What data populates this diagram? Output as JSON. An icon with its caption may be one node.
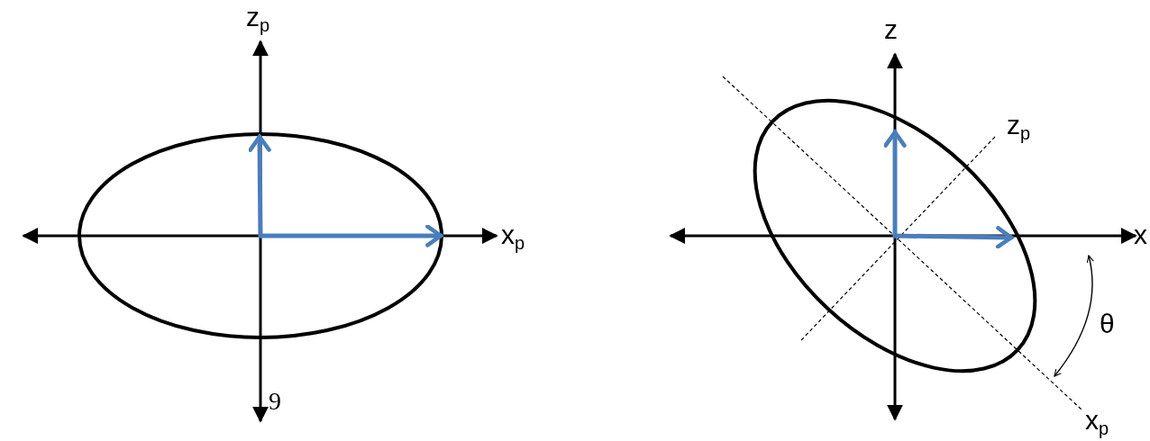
{
  "diagram": {
    "labels": [
      "z$_{p}$",
      "z",
      "z$_{p}$",
      "x$_{p}$",
      "x",
      "θ",
      "9",
      "x$_{p}$"
    ]
  }
}
